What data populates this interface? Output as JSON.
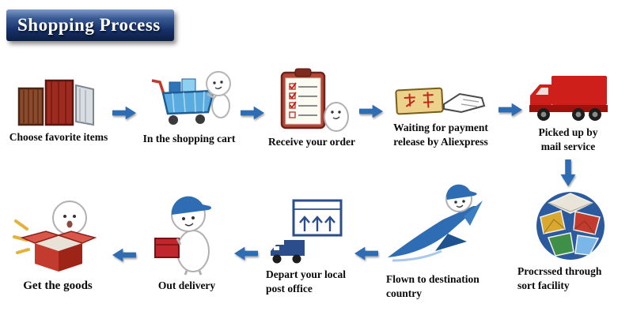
{
  "header": {
    "title": "Shopping Process"
  },
  "steps": [
    {
      "label": "Choose favorite items",
      "icon": "shopping-items-icon"
    },
    {
      "label": "In the shopping cart",
      "icon": "shopping-cart-icon"
    },
    {
      "label": "Receive your order",
      "icon": "order-clipboard-icon"
    },
    {
      "label": "Waiting for payment release by Aliexpress",
      "lines": [
        "Waiting for payment",
        "release by Aliexpress"
      ],
      "icon": "payment-card-icon"
    },
    {
      "label": "Picked up by mail service",
      "lines": [
        "Picked up by",
        "mail service"
      ],
      "icon": "mail-truck-icon"
    },
    {
      "label": "Procrssed through sort facility",
      "lines": [
        "Procrssed through",
        "sort facility"
      ],
      "icon": "sort-facility-globe-icon"
    },
    {
      "label": "Flown to destination country",
      "lines": [
        "Flown to destination",
        "country"
      ],
      "icon": "airplane-icon"
    },
    {
      "label": "Depart your local post office",
      "lines": [
        "Depart your local",
        "post office"
      ],
      "icon": "post-office-truck-icon"
    },
    {
      "label": "Out delivery",
      "icon": "delivery-courier-icon"
    },
    {
      "label": "Get  the goods",
      "icon": "open-goods-box-icon"
    }
  ],
  "colors": {
    "banner_navy": "#16316a",
    "arrow_blue": "#2e6db4",
    "truck_red": "#cf1f1a",
    "parcel_red": "#c0272d",
    "cart_blue": "#5aace0",
    "card_yellow": "#ecd28a",
    "bag_brown": "#8a4a2b"
  }
}
